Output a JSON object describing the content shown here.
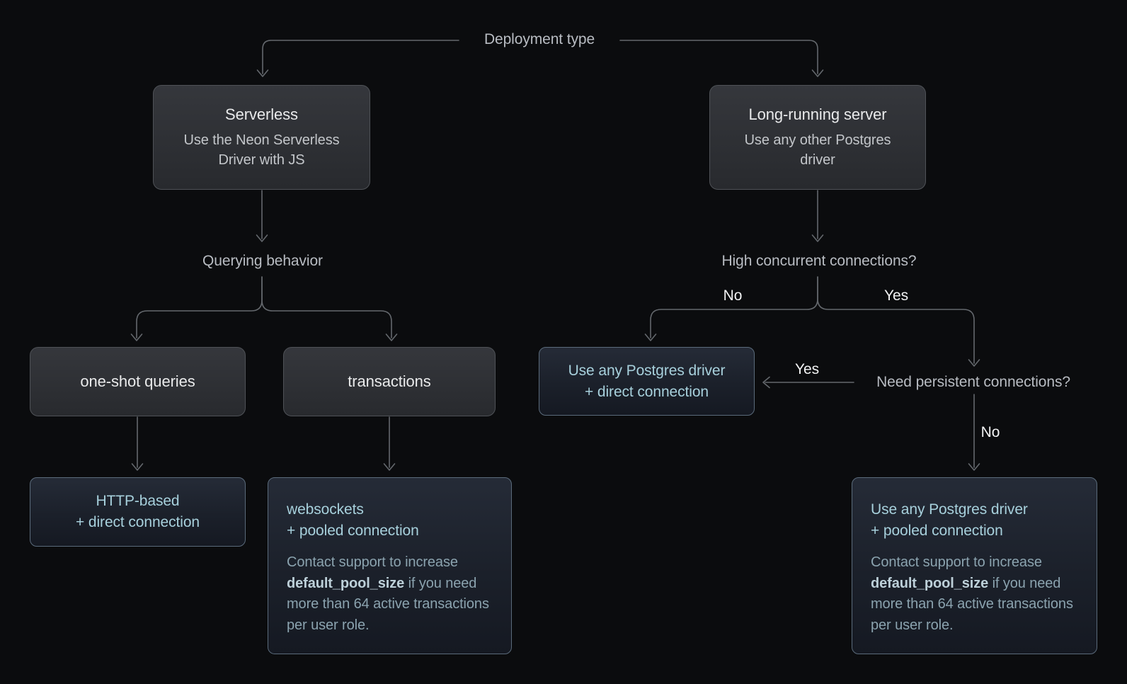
{
  "labels": {
    "root": "Deployment type",
    "left_question": "Querying behavior",
    "right_question": "High concurrent connections?",
    "persistent_question": "Need persistent connections?",
    "branch_no": "No",
    "branch_yes": "Yes",
    "persistent_yes": "Yes",
    "persistent_no": "No"
  },
  "nodes": {
    "serverless": {
      "title": "Serverless",
      "subtitle": "Use the Neon Serverless Driver with JS"
    },
    "long_running": {
      "title": "Long-running server",
      "subtitle": "Use any other Postgres driver"
    },
    "one_shot": {
      "label": "one-shot queries"
    },
    "transactions": {
      "label": "transactions"
    },
    "http_direct": {
      "line1": "HTTP-based",
      "line2": "+ direct connection"
    },
    "ws_pooled": {
      "line1": "websockets",
      "line2": "+ pooled connection",
      "note_pre": "Contact support to increase ",
      "note_bold": "default_pool_size",
      "note_post": " if you need more than 64 active transactions per user role."
    },
    "any_direct": {
      "line1": "Use any Postgres driver",
      "line2": "+ direct connection"
    },
    "any_pooled": {
      "line1": "Use any Postgres driver",
      "line2": "+ pooled connection",
      "note_pre": "Contact support to increase ",
      "note_bold": "default_pool_size",
      "note_post": " if you need more than 64 active transactions per user role."
    }
  },
  "colors": {
    "background": "#0b0c0e",
    "connector": "#64686d",
    "question_label": "#b8bcc2",
    "branch_label": "#f2f3f4",
    "box_title": "#e9eaeb",
    "box_subtitle": "#c3c6ca",
    "decision_border": "#4f5257",
    "result_border": "#5b6b7b",
    "result_text": "#a7d0dc",
    "note_text": "#8ba3af",
    "note_bold": "#bdd0d9"
  }
}
